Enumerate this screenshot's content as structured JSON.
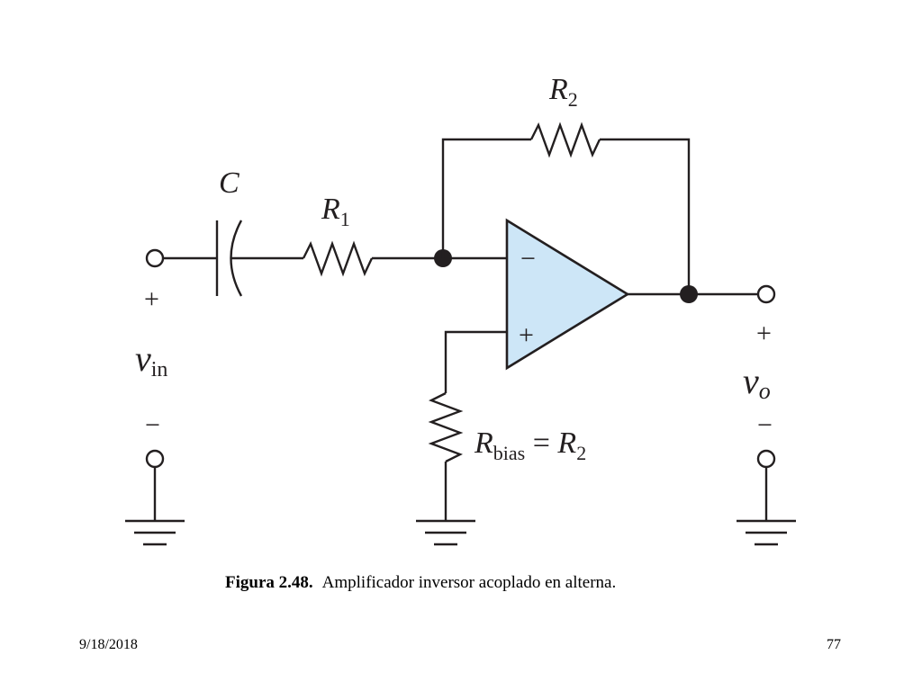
{
  "diagram": {
    "capacitor_label": "C",
    "r1_label": "R",
    "r1_sub": "1",
    "r2_label": "R",
    "r2_sub": "2",
    "rbias_label": "R",
    "rbias_sub": "bias",
    "rbias_eq": " = ",
    "rbias_eq_r": "R",
    "rbias_eq_sub": "2",
    "opamp_minus": "−",
    "opamp_plus": "+",
    "vin_label": "v",
    "vin_sub": "in",
    "vin_plus": "+",
    "vin_minus": "−",
    "vo_label": "v",
    "vo_sub": "o",
    "vo_plus": "+",
    "vo_minus": "−",
    "opamp_fill": "#cde6f7"
  },
  "caption": {
    "figure_number": "Figura 2.48.",
    "text": "Amplificador inversor acoplado en alterna."
  },
  "footer": {
    "date": "9/18/2018",
    "page": "77"
  }
}
